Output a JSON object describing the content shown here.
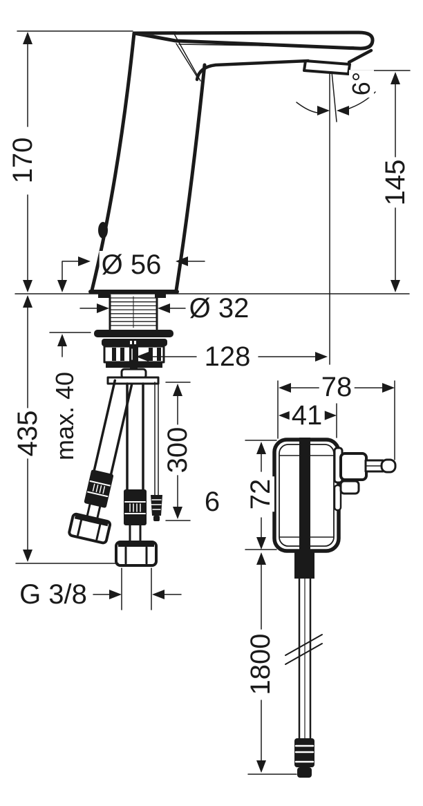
{
  "page": {
    "background": "#ffffff",
    "line_color": "#1a1a1a",
    "type": "technical dimensional drawing of sensor basin faucet with power supply unit"
  },
  "labels": {
    "overall_height": "170",
    "outlet_height": "145",
    "outlet_angle": "6°",
    "body_diameter": "Ø 56",
    "shank_diameter": "Ø 32",
    "spout_reach": "128",
    "max_counter_thickness": "max. 40",
    "hose_drop_length": "435",
    "cable_drop_length": "300",
    "cable_plug_diameter": "6",
    "hose_thread": "G 3/8",
    "psu_overall_width": "78",
    "psu_body_width": "41",
    "psu_height": "72",
    "mains_cable_length": "1800"
  }
}
